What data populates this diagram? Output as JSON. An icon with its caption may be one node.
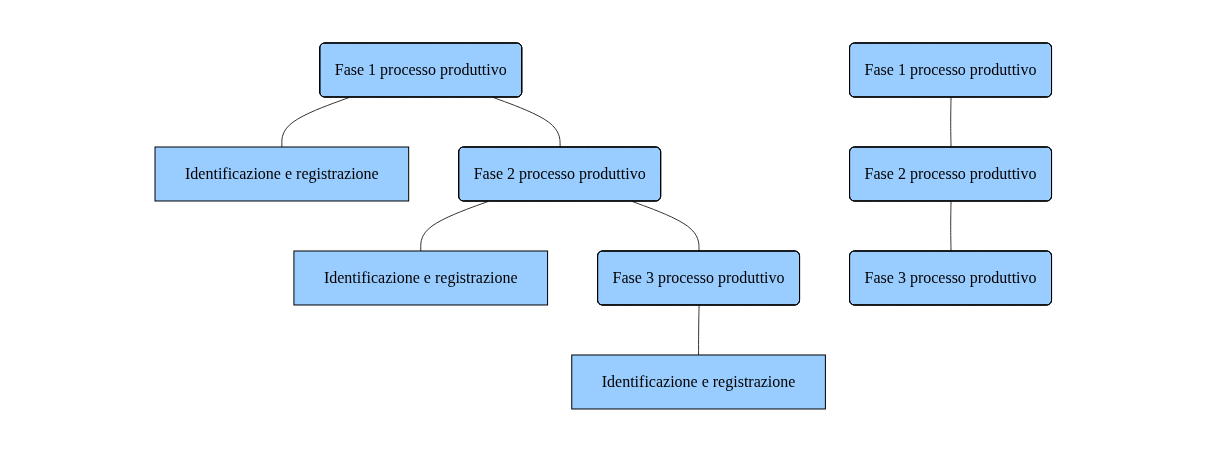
{
  "diagram": {
    "nodes": [
      {
        "text": [
          "Identificazione e registrazione"
        ]
      },
      {
        "text": [
          "Fase 1 processo produttivo"
        ]
      },
      {
        "text": [
          "Identificazione e registrazione"
        ]
      },
      {
        "text": [
          "Fase 2 processo produttivo"
        ]
      },
      {
        "text": [
          "Identificazione e registrazione"
        ]
      },
      {
        "text": [
          "Fase 3 processo produttivo"
        ]
      },
      {
        "text": [
          "Fase 1 processo produttivo"
        ]
      },
      {
        "text": [
          "Fase 2 processo produttivo"
        ]
      },
      {
        "text": [
          "Fase 3 processo produttivo"
        ]
      }
    ],
    "edges": [
      {
        "from": 1,
        "to": 3,
        "arrow": "none"
      },
      {
        "from": 3,
        "to": 5,
        "arrow": "none"
      },
      {
        "from": 1,
        "to": 0,
        "arrow": "none"
      },
      {
        "from": 3,
        "to": 2,
        "arrow": "none"
      },
      {
        "from": 5,
        "to": 4,
        "arrow": "none"
      },
      {
        "from": 6,
        "to": 7,
        "arrow": "none"
      },
      {
        "from": 7,
        "to": 8,
        "arrow": "none"
      }
    ]
  }
}
